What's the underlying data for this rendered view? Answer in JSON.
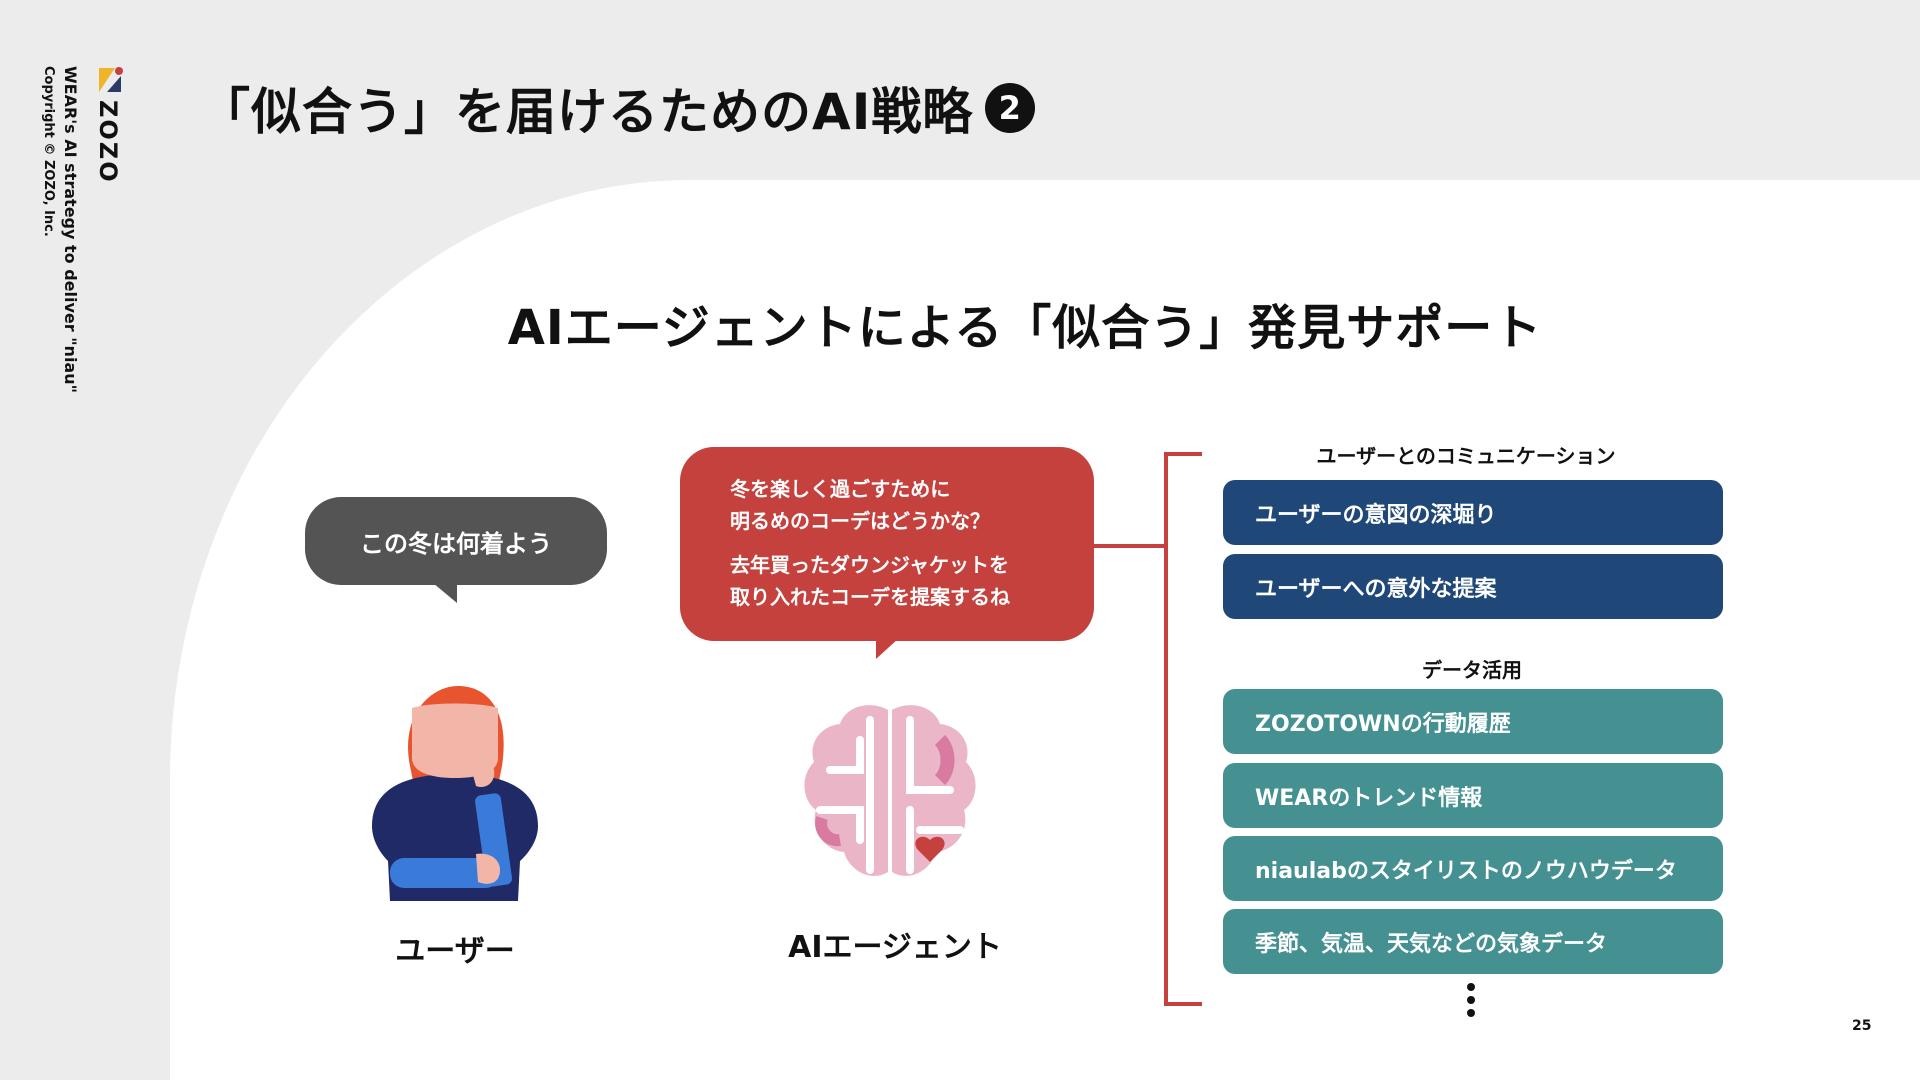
{
  "brand": {
    "name": "ZOZO",
    "tagline": "WEAR's AI strategy to deliver \"niau\"",
    "copyright": "Copyright © ZOZO, Inc."
  },
  "title": {
    "text": "「似合う」を届けるためのAI戦略",
    "badge": "2"
  },
  "section_title": "AIエージェントによる「似合う」発見サポート",
  "user": {
    "bubble": "この冬は何着よう",
    "label": "ユーザー"
  },
  "agent": {
    "bubble_lines_1": [
      "冬を楽しく過ごすために",
      "明るめのコーデはどうかな？"
    ],
    "bubble_lines_2": [
      "去年買ったダウンジャケットを",
      "取り入れたコーデを提案するね"
    ],
    "label": "AIエージェント"
  },
  "communication": {
    "heading": "ユーザーとのコミュニケーション",
    "items": [
      "ユーザーの意図の深堀り",
      "ユーザーへの意外な提案"
    ]
  },
  "data_usage": {
    "heading": "データ活用",
    "items": [
      "ZOZOTOWNの行動履歴",
      "WEARのトレンド情報",
      "niaulabのスタイリストのノウハウデータ",
      "季節、気温、天気などの気象データ"
    ]
  },
  "page_number": "25",
  "colors": {
    "background": "#ececec",
    "panel": "#ffffff",
    "accent_red": "#c5413e",
    "navy": "#1f4778",
    "teal": "#459091",
    "bubble_gray": "#545454"
  },
  "icons": [
    "zozo-logo-icon",
    "user-thinking-icon",
    "brain-heart-icon",
    "vertical-ellipsis-icon"
  ]
}
